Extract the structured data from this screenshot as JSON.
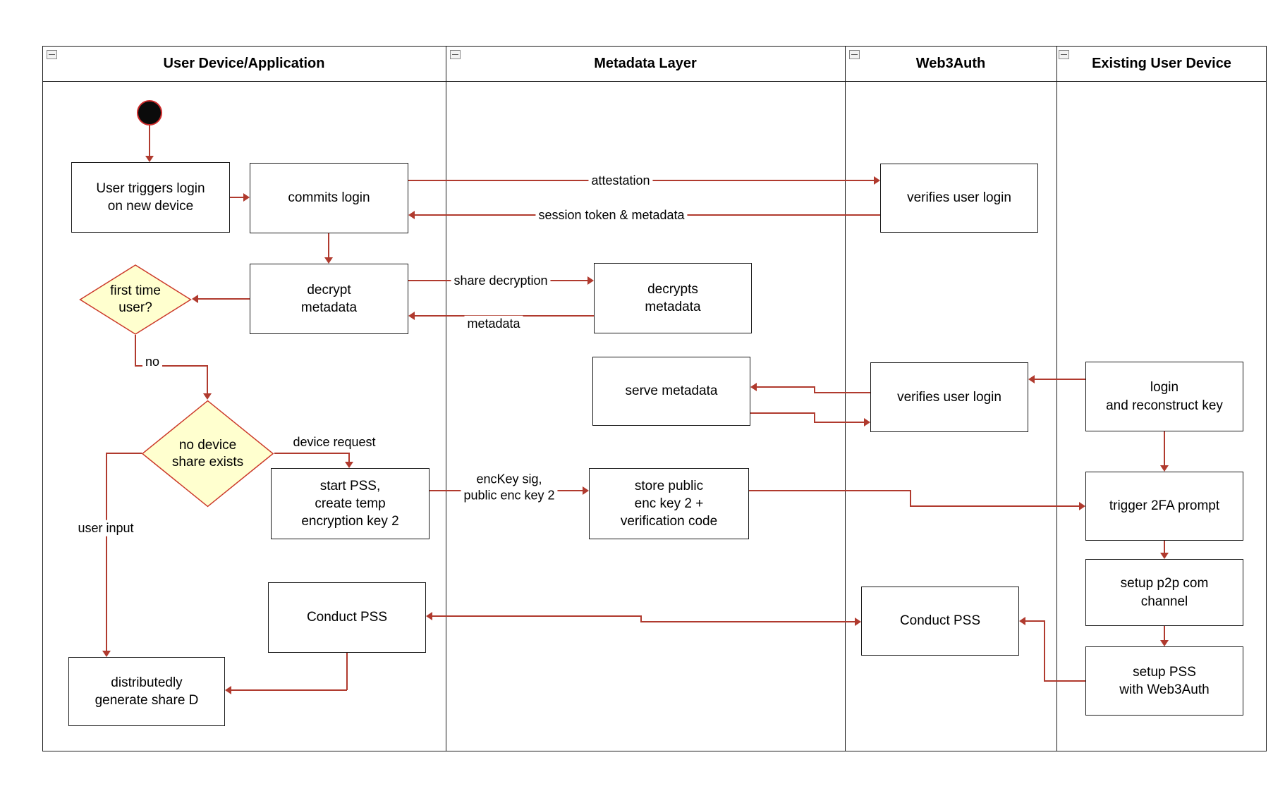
{
  "diagram": {
    "lanes": [
      {
        "title": "User Device/Application"
      },
      {
        "title": "Metadata Layer"
      },
      {
        "title": "Web3Auth"
      },
      {
        "title": "Existing User Device"
      }
    ],
    "nodes": {
      "user_triggers": "User triggers login\non new device",
      "commits_login": "commits login",
      "verifies_login_1": "verifies user login",
      "decrypt_metadata": "decrypt\nmetadata",
      "decrypts_metadata": "decrypts\nmetadata",
      "first_time_user": "first time\nuser?",
      "serve_metadata": "serve metadata",
      "verifies_login_2": "verifies user login",
      "login_reconstruct": "login\nand reconstruct key",
      "no_device_share": "no device\nshare exists",
      "start_pss": "start PSS,\ncreate temp\nencryption key 2",
      "store_public": "store public\nenc key 2 +\nverification code",
      "trigger_2fa": "trigger 2FA prompt",
      "setup_p2p": "setup p2p com\nchannel",
      "setup_pss": "setup PSS\nwith Web3Auth",
      "conduct_pss_user": "Conduct PSS",
      "conduct_pss_web3": "Conduct PSS",
      "generate_share": "distributedly\ngenerate share D"
    },
    "edge_labels": {
      "attestation": "attestation",
      "session_token": "session token & metadata",
      "share_decryption": "share decryption",
      "metadata": "metadata",
      "no": "no",
      "device_request": "device request",
      "enckey": "encKey sig,\npublic enc key 2",
      "user_input": "user input"
    },
    "colors": {
      "arrow": "#b03a2e",
      "diamond_fill": "#ffffcf",
      "diamond_border": "#cc3a2a",
      "node_border": "#1a1a1a",
      "lane_border": "#1a1a1a"
    }
  }
}
